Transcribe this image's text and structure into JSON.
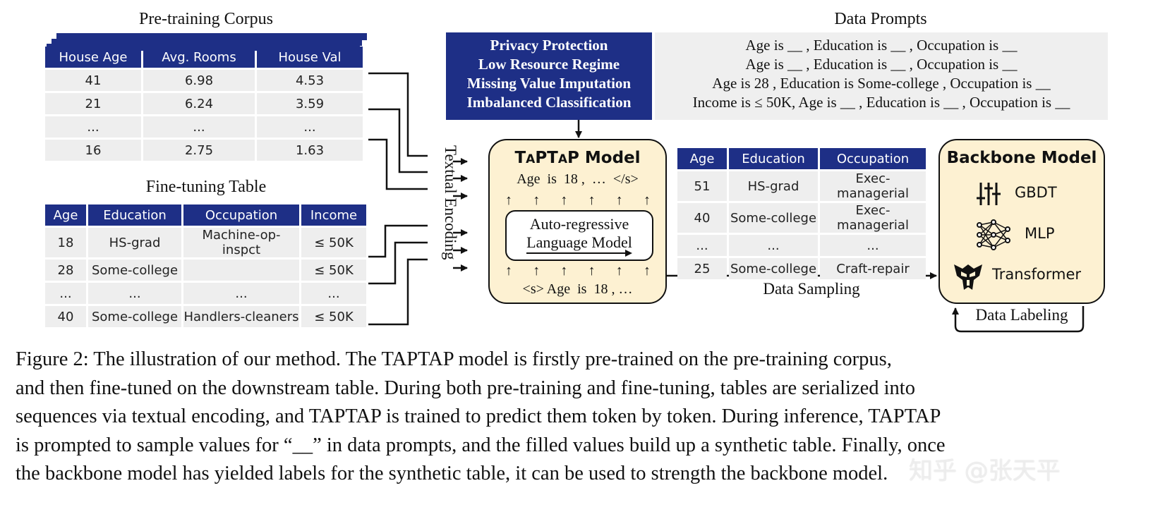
{
  "pretraining": {
    "title": "Pre-training Corpus",
    "headers": [
      "House Age",
      "Avg. Rooms",
      "House Val"
    ],
    "rows": [
      [
        "41",
        "6.98",
        "4.53"
      ],
      [
        "21",
        "6.24",
        "3.59"
      ],
      [
        "...",
        "...",
        "..."
      ],
      [
        "16",
        "2.75",
        "1.63"
      ]
    ]
  },
  "finetuning": {
    "title": "Fine-tuning Table",
    "headers": [
      "Age",
      "Education",
      "Occupation",
      "Income"
    ],
    "rows": [
      [
        "18",
        "HS-grad",
        "Machine-op-inspct",
        "≤ 50K"
      ],
      [
        "28",
        "Some-college",
        "",
        "≤ 50K"
      ],
      [
        "...",
        "...",
        "...",
        "..."
      ],
      [
        "40",
        "Some-college",
        "Handlers-cleaners",
        "≤ 50K"
      ]
    ]
  },
  "tasks": {
    "items": [
      "Privacy Protection",
      "Low Resource Regime",
      "Missing Value Imputation",
      "Imbalanced Classification"
    ]
  },
  "prompts": {
    "title": "Data Prompts",
    "lines": [
      "Age is __ , Education is __ , Occupation is __",
      "Age is __ , Education is __ , Occupation is __",
      "Age is 28 , Education is Some-college , Occupation is __",
      "Income is ≤ 50K, Age is __ , Education is __ , Occupation is __"
    ]
  },
  "textual_encoding": "Textual Encoding",
  "taptap": {
    "title_parts": [
      "T",
      "A",
      "PT",
      "A",
      "P",
      " Model"
    ],
    "output": "Age  is  18 ,  …  </s>",
    "lm_line1": "Auto-regressive",
    "lm_line2": "Language Model",
    "input": "<s> Age  is  18 , …"
  },
  "synthetic": {
    "headers": [
      "Age",
      "Education",
      "Occupation"
    ],
    "rows": [
      [
        "51",
        "HS-grad",
        "Exec-managerial"
      ],
      [
        "40",
        "Some-college",
        "Exec-managerial"
      ],
      [
        "...",
        "...",
        "..."
      ],
      [
        "25",
        "Some-college",
        "Craft-repair"
      ]
    ]
  },
  "data_sampling": "Data Sampling",
  "backbone": {
    "title": "Backbone Model",
    "models": [
      "GBDT",
      "MLP",
      "Transformer"
    ],
    "icons": [
      "sliders-icon",
      "neural-network-icon",
      "transformer-logo-icon"
    ]
  },
  "data_labeling": "Data Labeling",
  "caption": {
    "lines": [
      "Figure 2: The illustration of our method. The TAPTAP model is firstly pre-trained on the pre-training corpus,",
      "and then fine-tuned on the downstream table. During both pre-training and fine-tuning, tables are serialized into",
      "sequences via textual encoding, and TAPTAP is trained to predict them token by token. During inference, TAPTAP",
      "is prompted to sample values for “__” in data prompts, and the filled values build up a synthetic table. Finally, once",
      "the backbone model has yielded labels for the synthetic table, it can be used to strength the backbone model."
    ],
    "watermark": "知乎 @张天平"
  },
  "colors": {
    "navy": "#1e2f86",
    "cell": "#eeeeee",
    "cream": "#fdf1d2"
  }
}
